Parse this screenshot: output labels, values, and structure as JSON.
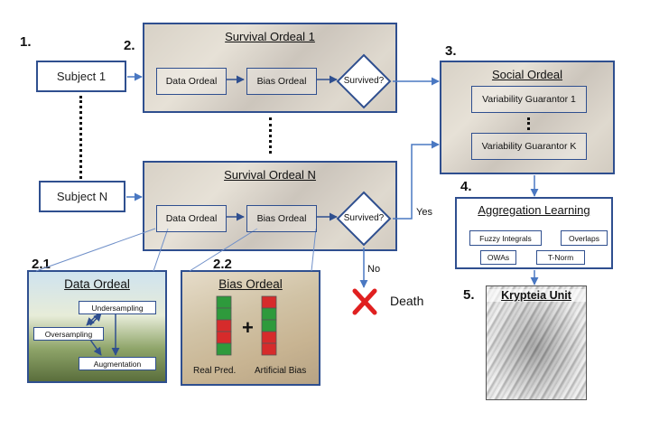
{
  "steps": {
    "s1": "1.",
    "s2": "2.",
    "s3": "3.",
    "s4": "4.",
    "s5": "5.",
    "s21": "2.1",
    "s22": "2.2"
  },
  "subjects": {
    "first": "Subject 1",
    "last": "Subject N"
  },
  "ordeal1": {
    "title": "Survival Ordeal 1",
    "data": "Data Ordeal",
    "bias": "Bias Ordeal",
    "check": "Survived?"
  },
  "ordealN": {
    "title": "Survival Ordeal N",
    "data": "Data Ordeal",
    "bias": "Bias Ordeal",
    "check": "Survived?"
  },
  "social": {
    "title": "Social Ordeal",
    "g1": "Variability Guarantor 1",
    "gk": "Variability Guarantor K"
  },
  "aggregation": {
    "title": "Aggregation Learning",
    "items": [
      "Fuzzy Integrals",
      "Overlaps",
      "OWAs",
      "T-Norm"
    ]
  },
  "krypteia": {
    "title": "Krypteia Unit"
  },
  "data_ordeal": {
    "title": "Data Ordeal",
    "under": "Undersampling",
    "over": "Oversampling",
    "aug": "Augmentation"
  },
  "bias_ordeal": {
    "title": "Bias Ordeal",
    "plus": "+",
    "real": "Real Pred.",
    "artificial": "Artificial Bias"
  },
  "branches": {
    "yes": "Yes",
    "no": "No",
    "death": "Death"
  },
  "colors": {
    "border": "#2f4f8f",
    "arrow": "#4a78c2",
    "death": "#e02020",
    "green": "#2e9a3c",
    "red": "#d62b2b"
  }
}
